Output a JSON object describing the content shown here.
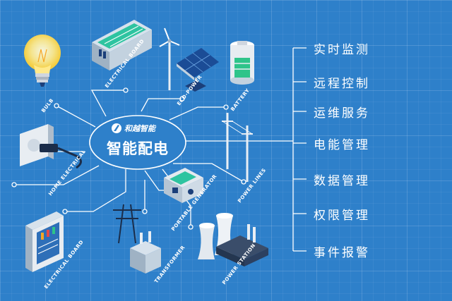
{
  "hub": {
    "logo_text": "和越智能",
    "title": "智能配电"
  },
  "devices": [
    {
      "key": "bulb",
      "label": "BULB"
    },
    {
      "key": "electrical_board_top",
      "label": "ELECTRICAL BOARD"
    },
    {
      "key": "eco_power",
      "label": "ECO-POWER"
    },
    {
      "key": "battery",
      "label": "BATTERY"
    },
    {
      "key": "home_electrical",
      "label": "HOME ELECTRICAL"
    },
    {
      "key": "portable_generator",
      "label": "PORTABLE GENERATOR"
    },
    {
      "key": "power_lines",
      "label": "POWER LINES"
    },
    {
      "key": "electrical_board_bottom",
      "label": "ELECTRICAL BOARD"
    },
    {
      "key": "transformer",
      "label": "TRANSFORMER"
    },
    {
      "key": "power_station",
      "label": "POWER STATION"
    }
  ],
  "menu": {
    "items": [
      "实时监测",
      "远程控制",
      "运维服务",
      "电能管理",
      "数据管理",
      "权限管理",
      "事件报警"
    ]
  },
  "colors": {
    "background": "#2e80ca",
    "line": "#ffffff",
    "accent": "#1b3f7a"
  }
}
